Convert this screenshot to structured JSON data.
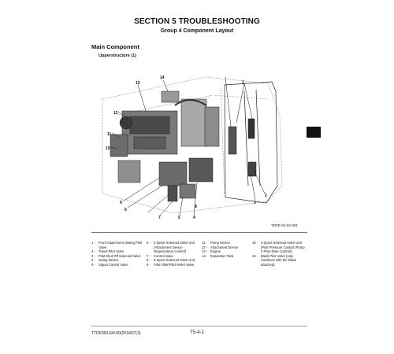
{
  "header": {
    "section": "SECTION 5 TROUBLESHOOTING",
    "group": "Group 4 Component Layout"
  },
  "main": {
    "heading": "Main Component",
    "subheading": "Upperstructure (1)"
  },
  "figure": {
    "callout_numbers": [
      "1",
      "2",
      "3",
      "4",
      "5",
      "6",
      "7",
      "8",
      "9",
      "10",
      "11",
      "12",
      "13",
      "14"
    ],
    "code": "TDFE-01-02-001"
  },
  "legend": {
    "col1": [
      {
        "n": "1 -",
        "t": "Front Attachment (Swing Pilot Valve"
      },
      {
        "n": "2 -",
        "t": "Travel Pilot Valve"
      },
      {
        "n": "3 -",
        "t": "Pilot Shut-Off Solenoid Valve"
      },
      {
        "n": "4 -",
        "t": "Swing Device"
      },
      {
        "n": "5 -",
        "t": "Signal Control Valve"
      }
    ],
    "col2": [
      {
        "n": "6 -",
        "t": "2-Spool Solenoid Valve Unit (Attachment Device Regeneration Control)"
      },
      {
        "n": "7 -",
        "t": "Control Valve"
      },
      {
        "n": "8 -",
        "t": "5-Spool Solenoid Valve Unit"
      },
      {
        "n": "9 -",
        "t": "Pilot Filter/Pilot Relief Valve"
      }
    ],
    "col3": [
      {
        "n": "11 -",
        "t": "Pump Device"
      },
      {
        "n": "12 -",
        "t": "Attachment Device"
      },
      {
        "n": "13 -",
        "t": "Engine"
      },
      {
        "n": "14 -",
        "t": "Expansion Tank"
      }
    ],
    "col4": [
      {
        "n": "15 -",
        "t": "2-Spool Solenoid Valve Unit (Pilot Pressure Control (Pump 3 Flow Rate Control))"
      },
      {
        "n": "16 -",
        "t": "Black Pilot Valve (only machines with the blade attached)"
      }
    ]
  },
  "footer": {
    "left": "TTDF050-EN-00(20180713)",
    "center": "T5-4-1"
  }
}
